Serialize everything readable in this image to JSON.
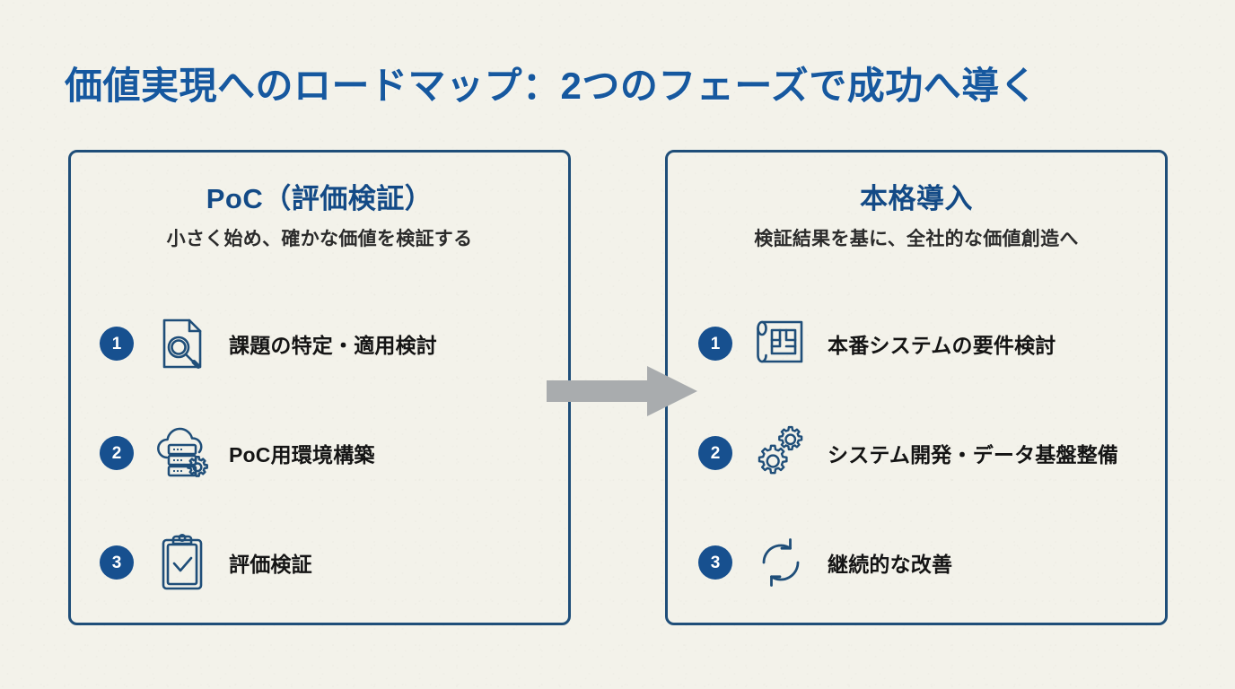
{
  "slide": {
    "title": "価値実現へのロードマップ：2つのフェーズで成功へ導く",
    "background_color": "#f3f2ea",
    "title_color": "#16589f",
    "panel_border_color": "#1f4e79",
    "badge_color": "#17508f",
    "icon_color": "#1f4e79",
    "connector_color": "#a9acae"
  },
  "panels": [
    {
      "id": "poc",
      "title": "PoC（評価検証）",
      "subtitle": "小さく始め、確かな価値を検証する",
      "steps": [
        {
          "number": "1",
          "label": "課題の特定・適用検討",
          "icon": "document-magnifier-icon"
        },
        {
          "number": "2",
          "label": "PoC用環境構築",
          "icon": "cloud-server-gear-icon"
        },
        {
          "number": "3",
          "label": "評価検証",
          "icon": "clipboard-check-icon"
        }
      ]
    },
    {
      "id": "full-deployment",
      "title": "本格導入",
      "subtitle": "検証結果を基に、全社的な価値創造へ",
      "steps": [
        {
          "number": "1",
          "label": "本番システムの要件検討",
          "icon": "blueprint-icon"
        },
        {
          "number": "2",
          "label": "システム開発・データ基盤整備",
          "icon": "gears-icon"
        },
        {
          "number": "3",
          "label": "継続的な改善",
          "icon": "refresh-cycle-icon"
        }
      ]
    }
  ],
  "connector": {
    "name": "phase-transition-arrow",
    "direction": "right"
  }
}
